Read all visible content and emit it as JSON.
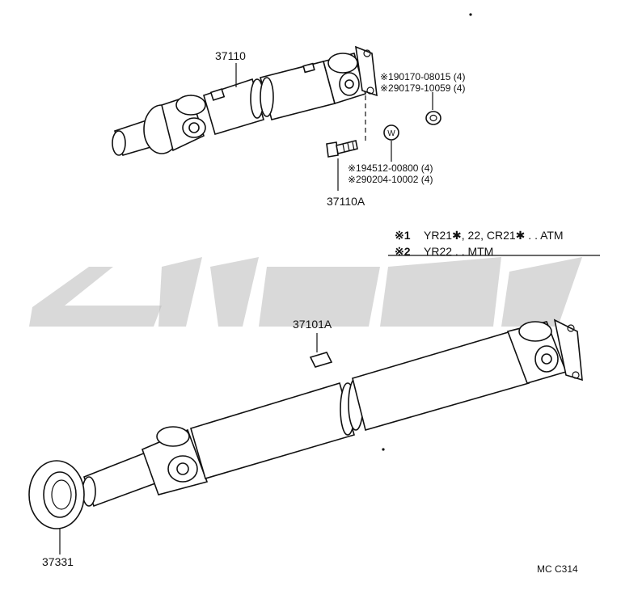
{
  "labels": {
    "part_37110": "37110",
    "part_37110A": "37110A",
    "part_37101A": "37101A",
    "part_37331": "37331",
    "bolt_no_1": "※190170-08015 (4)",
    "bolt_no_2": "※290179-10059 (4)",
    "nut_no_1": "※194512-00800 (4)",
    "nut_no_2": "※290204-10002 (4)",
    "washer_mark": "W",
    "diagram_code": "MC C314"
  },
  "notes": [
    {
      "mark": "※1",
      "text": "YR21✱, 22, CR21✱ . . ATM"
    },
    {
      "mark": "※2",
      "text": "YR22 . . MTM"
    }
  ]
}
